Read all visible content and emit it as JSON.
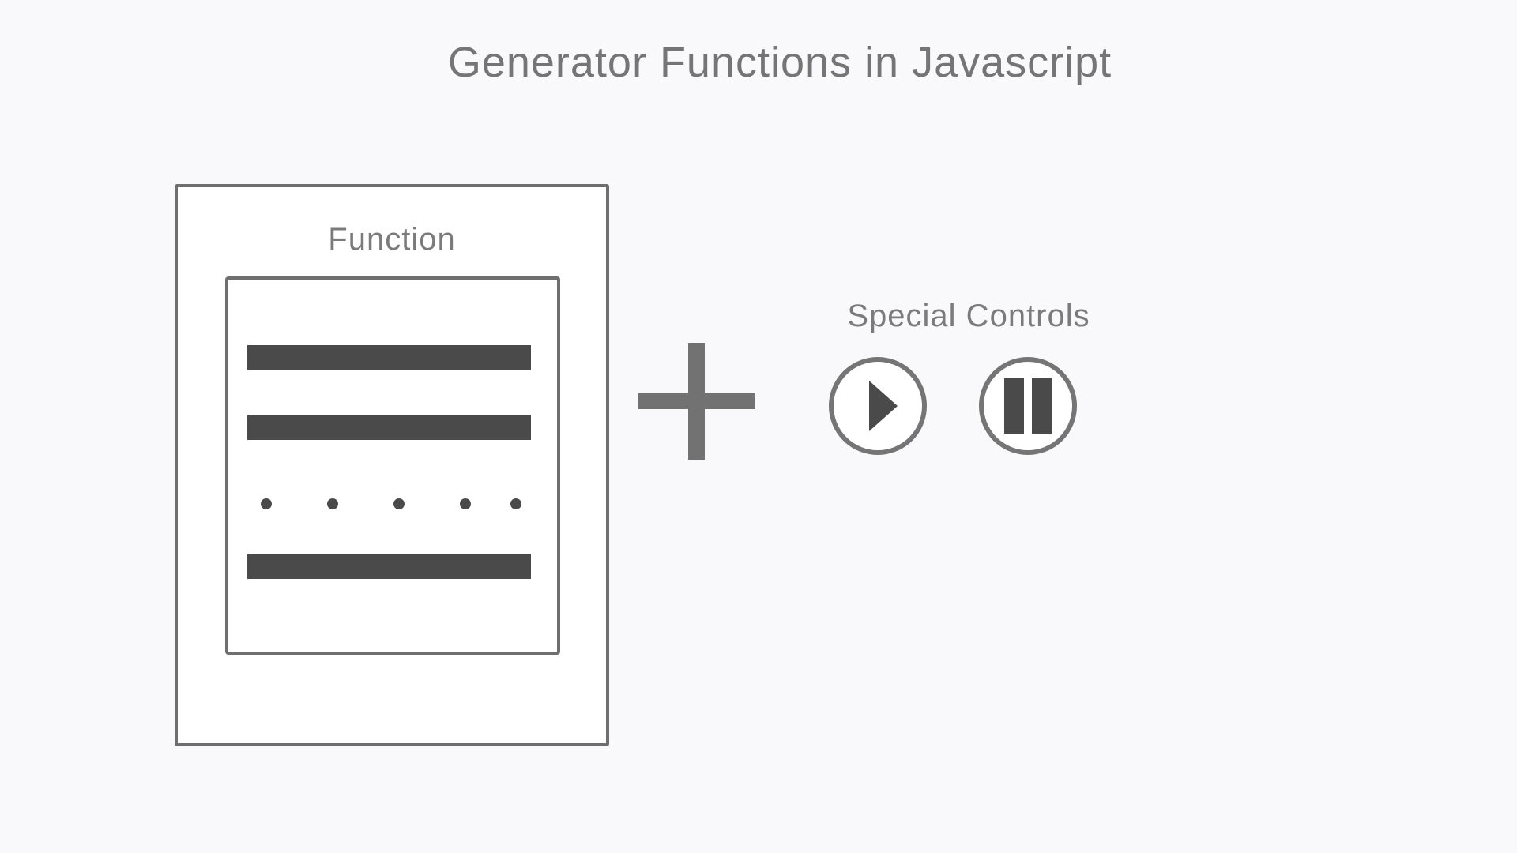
{
  "page": {
    "title": "Generator Functions in Javascript"
  },
  "function_box": {
    "label": "Function",
    "code_lines": 3,
    "ellipsis_dots": 5
  },
  "operator": {
    "icon": "plus-icon"
  },
  "controls": {
    "label": "Special Controls",
    "buttons": [
      {
        "icon": "play-icon"
      },
      {
        "icon": "pause-icon"
      }
    ]
  },
  "colors": {
    "background": "#f9f9fb",
    "panel_fill": "#ffffff",
    "outline_gray": "#6f6f6f",
    "dark_fill": "#4a4a4a",
    "mid_gray": "#727272",
    "text_gray": "#7b7b7b"
  }
}
